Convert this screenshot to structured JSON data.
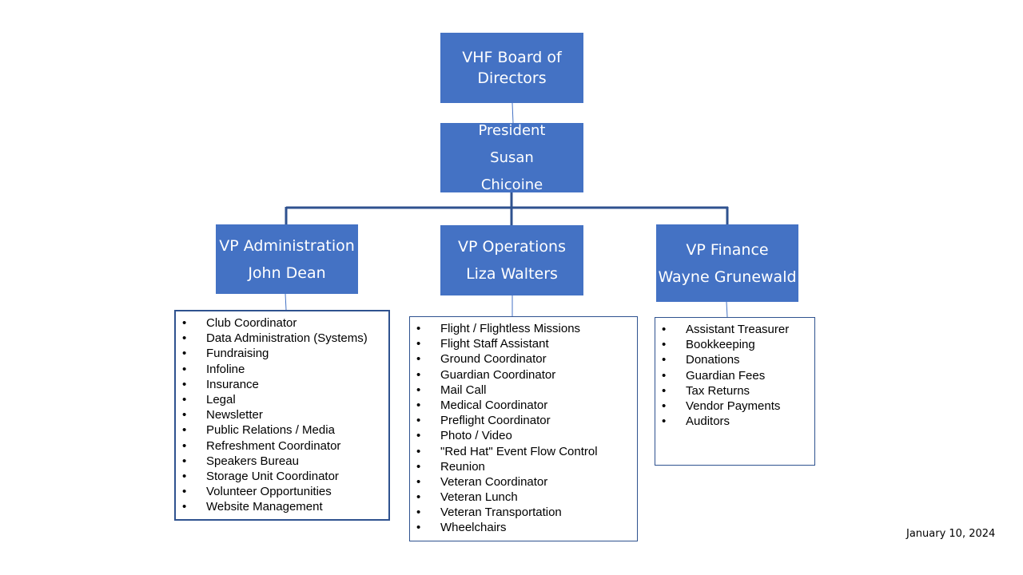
{
  "board": {
    "line1": "VHF Board of",
    "line2": "Directors"
  },
  "president": {
    "title": "President",
    "line1": "Susan",
    "line2": "Chicoine"
  },
  "vp_admin": {
    "title": "VP Administration",
    "name": "John Dean",
    "items": [
      "Club Coordinator",
      "Data Administration (Systems)",
      "Fundraising",
      "Infoline",
      "Insurance",
      "Legal",
      "Newsletter",
      "Public Relations / Media",
      "Refreshment Coordinator",
      "Speakers Bureau",
      "Storage Unit Coordinator",
      "Volunteer Opportunities",
      "Website Management"
    ]
  },
  "vp_ops": {
    "title": "VP Operations",
    "name": "Liza Walters",
    "items": [
      "Flight / Flightless Missions",
      "Flight Staff Assistant",
      "Ground Coordinator",
      "Guardian Coordinator",
      "Mail Call",
      "Medical Coordinator",
      "Preflight Coordinator",
      "Photo / Video",
      "\"Red Hat\" Event Flow Control",
      "Reunion",
      "Veteran Coordinator",
      "Veteran Lunch",
      "Veteran Transportation",
      "Wheelchairs"
    ]
  },
  "vp_fin": {
    "title": "VP Finance",
    "name": "Wayne Grunewald",
    "items": [
      "Assistant Treasurer",
      "Bookkeeping",
      "Donations",
      "Guardian Fees",
      "Tax Returns",
      "Vendor Payments",
      "Auditors"
    ]
  },
  "bullet_glyph": "•",
  "date": "January 10, 2024",
  "colors": {
    "box_fill": "#4472C4",
    "line": "#2F528F",
    "thin_line": "#4472C4"
  }
}
